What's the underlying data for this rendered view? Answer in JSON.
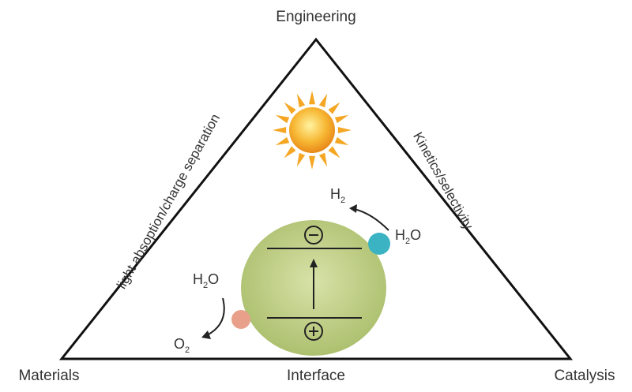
{
  "vertices": {
    "top": "Engineering",
    "bottom_left": "Materials",
    "bottom_right": "Catalysis",
    "bottom_middle": "Interface"
  },
  "edges": {
    "left": "light absoption/charge separation",
    "right": "Kinetics/selectivity"
  },
  "reactions": {
    "h2": "H",
    "h2_sub": "2",
    "h2o_right": "H",
    "h2o_right_sub": "2",
    "h2o_right_o": "O",
    "h2o_left": "H",
    "h2o_left_sub": "2",
    "h2o_left_o": "O",
    "o2": "O",
    "o2_sub": "2"
  },
  "symbols": {
    "minus": "−",
    "plus": "+"
  },
  "colors": {
    "sun": "#f5a623",
    "particle": "#b5c77a",
    "cocatalyst_reduction": "#3bb3c3",
    "cocatalyst_oxidation": "#e8a08a"
  }
}
